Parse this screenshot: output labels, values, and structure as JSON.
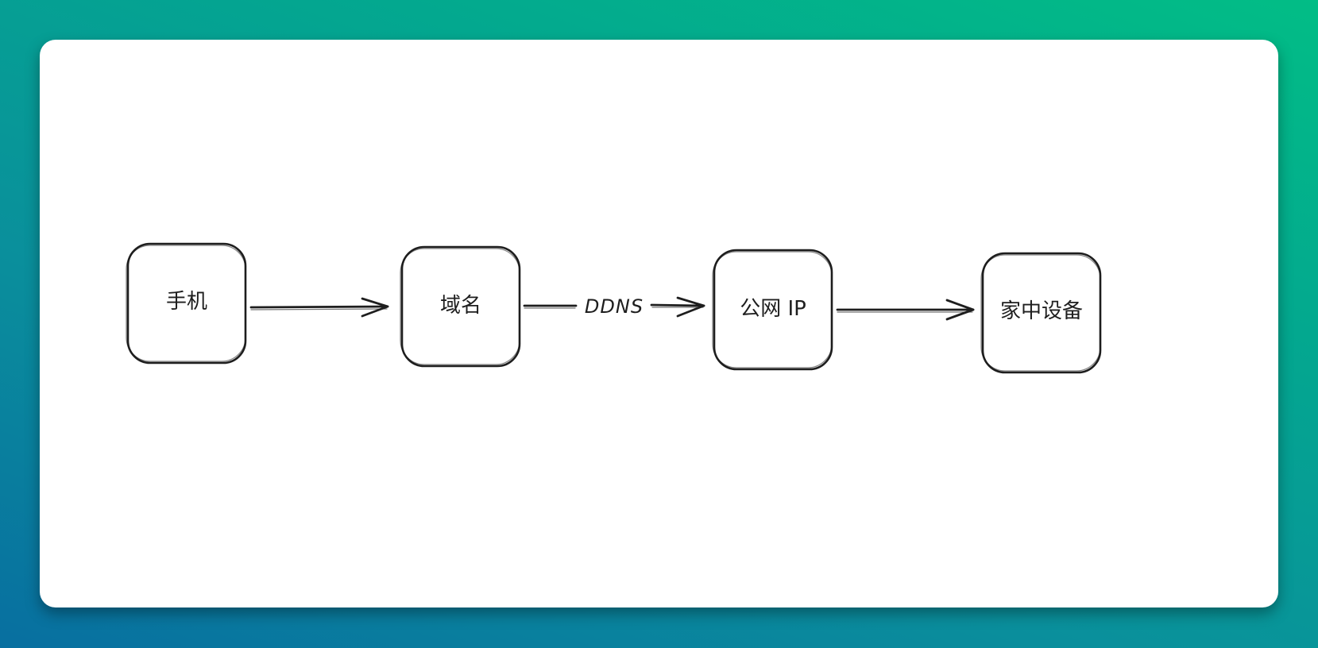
{
  "diagram": {
    "nodes": {
      "phone": "手机",
      "domain": "域名",
      "public_ip": "公网 IP",
      "home_device": "家中设备"
    },
    "edges": {
      "domain_to_ip": "DDNS"
    }
  }
}
